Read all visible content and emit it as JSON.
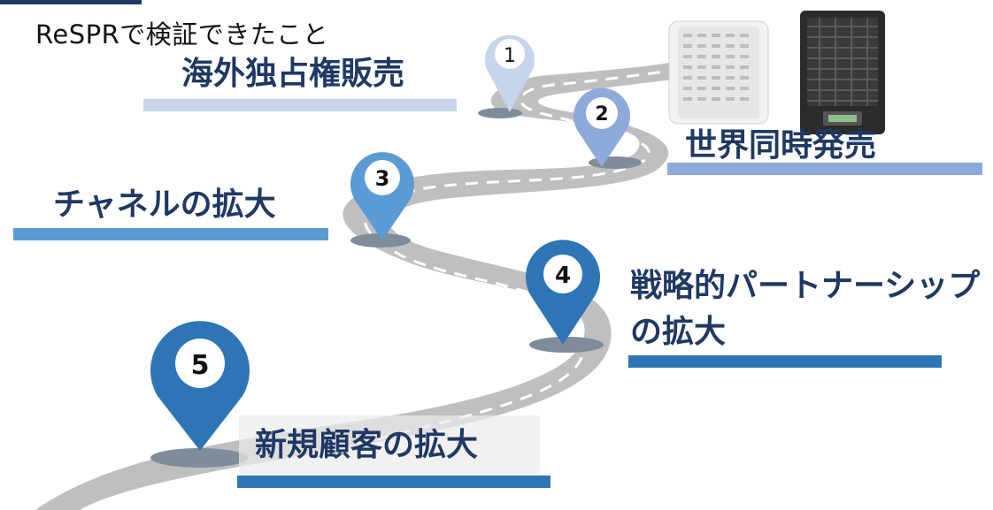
{
  "subtitle": "ReSPRで検証できたこと",
  "milestones": [
    {
      "number": "1",
      "label": "海外独占権販売",
      "color": "#c6d5ec"
    },
    {
      "number": "2",
      "label": "世界同時発売",
      "color": "#8eaadb"
    },
    {
      "number": "3",
      "label": "チャネルの拡大",
      "color": "#5b9bd5"
    },
    {
      "number": "4",
      "label_line1": "戦略的パートナーシップ",
      "label_line2": "の拡大",
      "color": "#2e75b6"
    },
    {
      "number": "5",
      "label": "新規顧客の拡大",
      "color": "#2e75b6"
    }
  ],
  "products": [
    {
      "name": "white-air-purifier",
      "color": "#f2f2f2"
    },
    {
      "name": "black-air-purifier",
      "color": "#2b2b2b"
    }
  ],
  "colors": {
    "road": "#bfbfbf",
    "road_dash": "#ffffff",
    "title_text": "#1f3864",
    "pin_shadow": "#7f8c99"
  }
}
